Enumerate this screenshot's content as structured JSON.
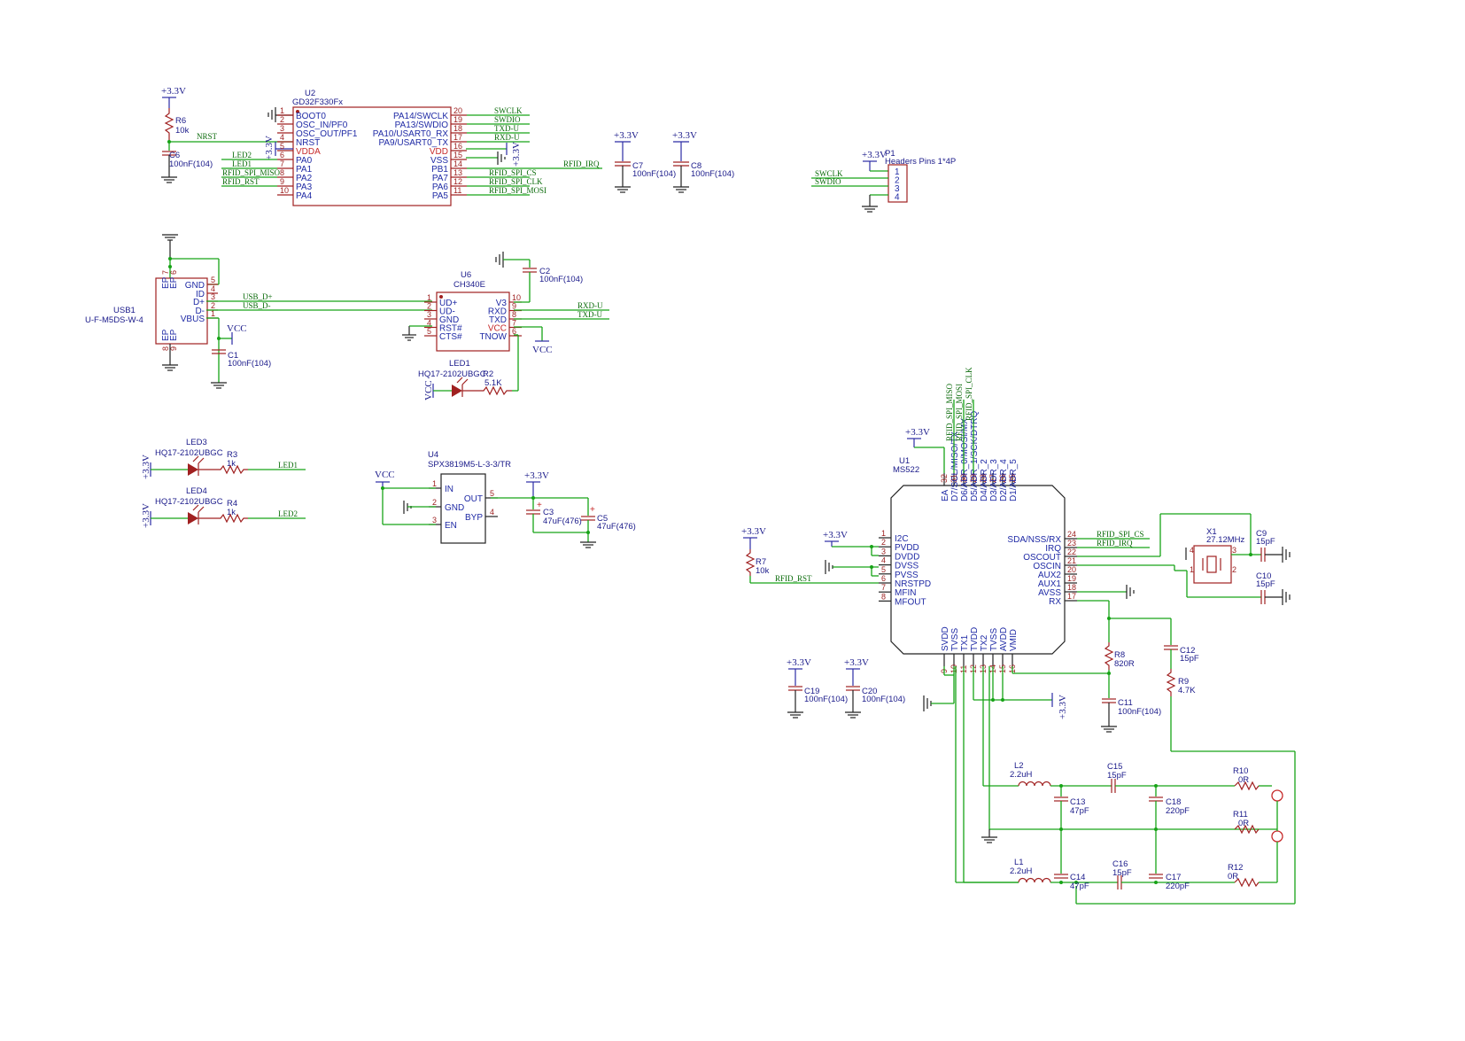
{
  "power": {
    "v33": "+3.3V",
    "vcc": "VCC"
  },
  "u2": {
    "ref": "U2",
    "value": "GD32F330Fx",
    "left": [
      {
        "n": "1",
        "name": "BOOT0",
        "net": ""
      },
      {
        "n": "2",
        "name": "OSC_IN/PF0",
        "net": ""
      },
      {
        "n": "3",
        "name": "OSC_OUT/PF1",
        "net": ""
      },
      {
        "n": "4",
        "name": "NRST",
        "net": "NRST"
      },
      {
        "n": "5",
        "name": "VDDA",
        "net": ""
      },
      {
        "n": "6",
        "name": "PA0",
        "net": "LED2"
      },
      {
        "n": "7",
        "name": "PA1",
        "net": "LED1"
      },
      {
        "n": "8",
        "name": "PA2",
        "net": "RFID_SPI_MISO"
      },
      {
        "n": "9",
        "name": "PA3",
        "net": "RFID_RST"
      },
      {
        "n": "10",
        "name": "PA4",
        "net": ""
      }
    ],
    "right": [
      {
        "n": "20",
        "name": "PA14/SWCLK",
        "net": "SWCLK"
      },
      {
        "n": "19",
        "name": "PA13/SWDIO",
        "net": "SWDIO"
      },
      {
        "n": "18",
        "name": "PA10/USART0_RX",
        "net": "TXD-U"
      },
      {
        "n": "17",
        "name": "PA9/USART0_TX",
        "net": "RXD-U"
      },
      {
        "n": "16",
        "name": "VDD",
        "net": ""
      },
      {
        "n": "15",
        "name": "VSS",
        "net": ""
      },
      {
        "n": "14",
        "name": "PB1",
        "net": "RFID_IRQ"
      },
      {
        "n": "13",
        "name": "PA7",
        "net": "RFID_SPI_CS"
      },
      {
        "n": "12",
        "name": "PA6",
        "net": "RFID_SPI_CLK"
      },
      {
        "n": "11",
        "name": "PA5",
        "net": "RFID_SPI_MOSI"
      }
    ]
  },
  "parts": {
    "r6": {
      "ref": "R6",
      "value": "10k"
    },
    "c6": {
      "ref": "C6",
      "value": "100nF(104)"
    },
    "c7": {
      "ref": "C7",
      "value": "100nF(104)"
    },
    "c8": {
      "ref": "C8",
      "value": "100nF(104)"
    },
    "c1": {
      "ref": "C1",
      "value": "100nF(104)"
    },
    "c2": {
      "ref": "C2",
      "value": "100nF(104)"
    },
    "r2": {
      "ref": "R2",
      "value": "5.1K"
    },
    "led1": {
      "ref": "LED1",
      "value": "HQ17-2102UBGC"
    },
    "led3": {
      "ref": "LED3",
      "value": "HQ17-2102UBGC"
    },
    "led4": {
      "ref": "LED4",
      "value": "HQ17-2102UBGC"
    },
    "r3": {
      "ref": "R3",
      "value": "1k"
    },
    "r4": {
      "ref": "R4",
      "value": "1k"
    },
    "c3": {
      "ref": "C3",
      "value": "47uF(476)"
    },
    "c5": {
      "ref": "C5",
      "value": "47uF(476)"
    },
    "r7": {
      "ref": "R7",
      "value": "10k"
    },
    "c19": {
      "ref": "C19",
      "value": "100nF(104)"
    },
    "c20": {
      "ref": "C20",
      "value": "100nF(104)"
    },
    "c9": {
      "ref": "C9",
      "value": "15pF"
    },
    "c10": {
      "ref": "C10",
      "value": "15pF"
    },
    "x1": {
      "ref": "X1",
      "value": "27.12MHz"
    },
    "r8": {
      "ref": "R8",
      "value": "820R"
    },
    "c11": {
      "ref": "C11",
      "value": "100nF(104)"
    },
    "c12": {
      "ref": "C12",
      "value": "15pF"
    },
    "r9": {
      "ref": "R9",
      "value": "4.7K"
    },
    "l2": {
      "ref": "L2",
      "value": "2.2uH"
    },
    "l1": {
      "ref": "L1",
      "value": "2.2uH"
    },
    "c15": {
      "ref": "C15",
      "value": "15pF"
    },
    "c16": {
      "ref": "C16",
      "value": "15pF"
    },
    "c13": {
      "ref": "C13",
      "value": "47pF"
    },
    "c14": {
      "ref": "C14",
      "value": "47pF"
    },
    "c18": {
      "ref": "C18",
      "value": "220pF"
    },
    "c17": {
      "ref": "C17",
      "value": "220pF"
    },
    "r10": {
      "ref": "R10",
      "value": "0R"
    },
    "r11": {
      "ref": "R11",
      "value": "0R"
    },
    "r12": {
      "ref": "R12",
      "value": "0R"
    }
  },
  "p1": {
    "ref": "P1",
    "value": "Headers  Pins 1*4P",
    "pins": [
      "1",
      "2",
      "3",
      "4"
    ],
    "nets": {
      "swclk": "SWCLK",
      "swdio": "SWDIO"
    }
  },
  "usb1": {
    "ref": "USB1",
    "value": "U-F-M5DS-W-4",
    "pins": [
      {
        "n": "5",
        "name": "GND"
      },
      {
        "n": "4",
        "name": "ID"
      },
      {
        "n": "3",
        "name": "D+"
      },
      {
        "n": "2",
        "name": "D-"
      },
      {
        "n": "1",
        "name": "VBUS"
      }
    ],
    "ep": [
      "EP",
      "EP",
      "EP",
      "EP"
    ],
    "epnums": [
      "7",
      "6",
      "8",
      "9"
    ]
  },
  "u6": {
    "ref": "U6",
    "value": "CH340E",
    "left": [
      {
        "n": "1",
        "name": "UD+"
      },
      {
        "n": "2",
        "name": "UD-"
      },
      {
        "n": "3",
        "name": "GND"
      },
      {
        "n": "4",
        "name": "RST#"
      },
      {
        "n": "5",
        "name": "CTS#"
      }
    ],
    "right": [
      {
        "n": "10",
        "name": "V3"
      },
      {
        "n": "9",
        "name": "RXD"
      },
      {
        "n": "8",
        "name": "TXD"
      },
      {
        "n": "7",
        "name": "VCC"
      },
      {
        "n": "6",
        "name": "TNOW"
      }
    ],
    "nets": {
      "usbdp": "USB_D+",
      "usbdm": "USB_D-",
      "rxd": "RXD-U",
      "txd": "TXD-U"
    }
  },
  "u4": {
    "ref": "U4",
    "value": "SPX3819M5-L-3-3/TR",
    "left": [
      {
        "n": "1",
        "name": "IN"
      },
      {
        "n": "2",
        "name": "GND"
      },
      {
        "n": "3",
        "name": "EN"
      }
    ],
    "right": [
      {
        "n": "5",
        "name": "OUT"
      },
      {
        "n": "4",
        "name": "BYP"
      }
    ]
  },
  "u1": {
    "ref": "U1",
    "value": "MS522",
    "top": [
      {
        "n": "32",
        "name": "EA"
      },
      {
        "n": "31",
        "name": "D7/SCL/MISO/TX"
      },
      {
        "n": "30",
        "name": "D6/ADR_0/MOSI/MX"
      },
      {
        "n": "29",
        "name": "D5/ADR_1/SCK/DTRQ"
      },
      {
        "n": "28",
        "name": "D4/ADR_2"
      },
      {
        "n": "27",
        "name": "D3/ADR_3"
      },
      {
        "n": "26",
        "name": "D2/ADR_4"
      },
      {
        "n": "25",
        "name": "D1/ADR_5"
      }
    ],
    "topnets": [
      "RFID_SPI_MISO",
      "RFID_SPI_MOSI",
      "RFID_SPI_CLK"
    ],
    "left": [
      {
        "n": "1",
        "name": "I2C"
      },
      {
        "n": "2",
        "name": "PVDD"
      },
      {
        "n": "3",
        "name": "DVDD"
      },
      {
        "n": "4",
        "name": "DVSS"
      },
      {
        "n": "5",
        "name": "PVSS"
      },
      {
        "n": "6",
        "name": "NRSTPD"
      },
      {
        "n": "7",
        "name": "MFIN"
      },
      {
        "n": "8",
        "name": "MFOUT"
      }
    ],
    "right": [
      {
        "n": "24",
        "name": "SDA/NSS/RX"
      },
      {
        "n": "23",
        "name": "IRQ"
      },
      {
        "n": "22",
        "name": "OSCOUT"
      },
      {
        "n": "21",
        "name": "OSCIN"
      },
      {
        "n": "20",
        "name": "AUX2"
      },
      {
        "n": "19",
        "name": "AUX1"
      },
      {
        "n": "18",
        "name": "AVSS"
      },
      {
        "n": "17",
        "name": "RX"
      }
    ],
    "bottom": [
      {
        "n": "9",
        "name": "SVDD"
      },
      {
        "n": "10",
        "name": "TVSS"
      },
      {
        "n": "11",
        "name": "TX1"
      },
      {
        "n": "12",
        "name": "TVDD"
      },
      {
        "n": "13",
        "name": "TX2"
      },
      {
        "n": "14",
        "name": "TVSS"
      },
      {
        "n": "15",
        "name": "AVDD"
      },
      {
        "n": "16",
        "name": "VMID"
      }
    ],
    "nets": {
      "cs": "RFID_SPI_CS",
      "irq": "RFID_IRQ",
      "rst": "RFID_RST"
    }
  }
}
